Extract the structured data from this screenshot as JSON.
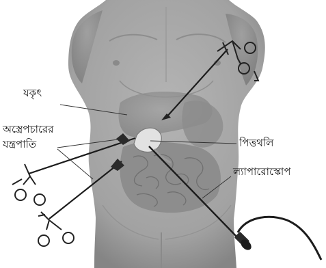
{
  "labels": {
    "liver": "যকৃৎ",
    "instruments_line1": "অস্ত্রেপচারের",
    "instruments_line2": "যন্ত্রপাতি",
    "gallbladder": "পিত্তথলি",
    "laparoscope": "ল্যাপারোস্কোপ"
  },
  "colors": {
    "body": "#a6a6a6",
    "body_shadow": "#7c7c7c",
    "organs": "#8f8f8f",
    "gallbladder": "#dcdcdc",
    "instrument": "#222222",
    "label_text": "#111111"
  }
}
